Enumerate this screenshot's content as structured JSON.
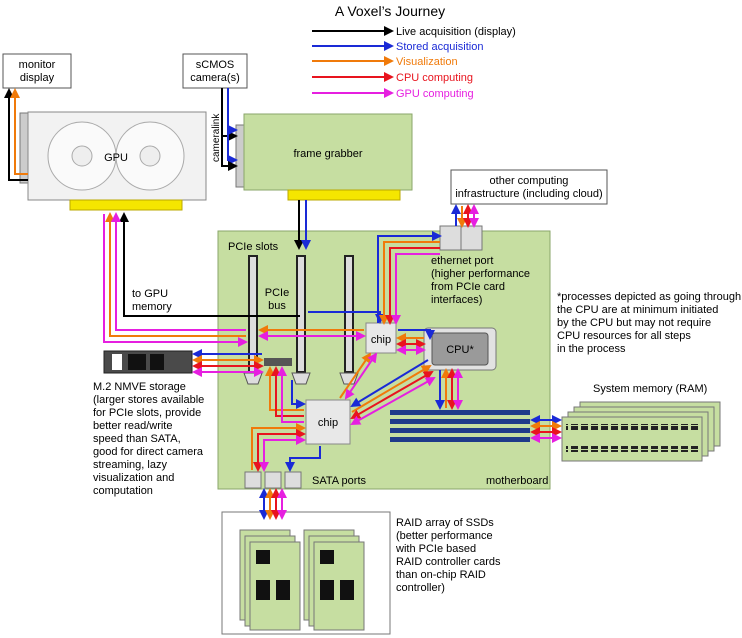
{
  "title": "A Voxel’s Journey",
  "legend": [
    {
      "label": "Live acquisition (display)",
      "color": "#000000"
    },
    {
      "label": "Stored acquisition",
      "color": "#1a2ad6"
    },
    {
      "label": "Visualization",
      "color": "#f07a0a"
    },
    {
      "label": "CPU computing",
      "color": "#e8141e"
    },
    {
      "label": "GPU computing",
      "color": "#e61fe0"
    }
  ],
  "labels": {
    "monitor": "monitor\ndisplay",
    "camera": "sCMOS\ncamera(s)",
    "cameralink": "cameralink",
    "gpu": "GPU",
    "frame_grabber": "frame grabber",
    "other_computing": "other computing\ninfrastructure (including cloud)",
    "pcie_slots": "PCIe slots",
    "pcie_bus": "PCIe\nbus",
    "to_gpu_memory": "to GPU\nmemory",
    "ethernet": "ethernet port\n(higher performance\nfrom PCIe card\ninterfaces)",
    "chip_top": "chip",
    "chip_bottom": "chip",
    "cpu": "CPU*",
    "cpu_note": "*processes depicted as going through\nthe CPU are at minimum initiated\nby the CPU but may not require\nCPU resources for all steps\nin the process",
    "system_memory": "System memory (RAM)",
    "m2": "M.2 NMVE storage\n(larger stores available\nfor PCIe slots, provide\nbetter read/write\nspeed than SATA,\ngood for direct camera\nstreaming, lazy\nvisualization and\ncomputation",
    "sata": "SATA ports",
    "motherboard": "motherboard",
    "raid": "RAID array of SSDs\n(better performance\nwith PCIe based\nRAID controller cards\nthan on-chip RAID\ncontroller)"
  }
}
